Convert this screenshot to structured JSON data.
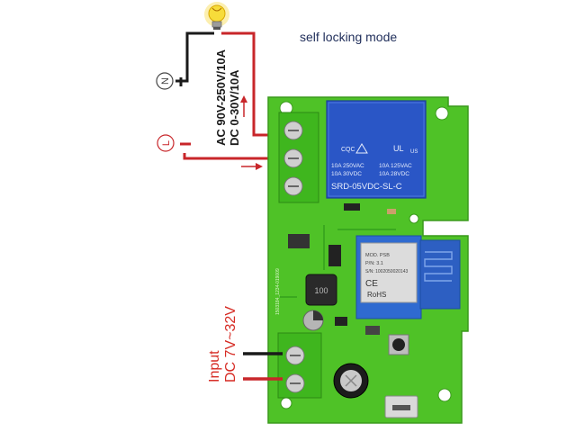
{
  "title": "self locking mode",
  "load_rating": {
    "ac": "AC 90V-250V/10A",
    "dc": "DC 0-30V/10A"
  },
  "input_label": {
    "line1": "Input",
    "line2": "DC 7V~32V"
  },
  "terminals": {
    "neutral": "N",
    "live": "L"
  },
  "relay": {
    "cert_mark": "CQC",
    "ul_mark": "UL",
    "us_mark": "US",
    "spec_left_1": "10A 250VAC",
    "spec_left_2": "10A 30VDC",
    "spec_right_1": "10A 125VAC",
    "spec_right_2": "10A 28VDC",
    "model": "SRD-05VDC-SL-C"
  },
  "wifi_module": {
    "line1": "MOD. PSB",
    "line2": "P/N: 3.1",
    "line3": "S/N: 1002050020143",
    "ce": "CE",
    "rohs": "RoHS"
  },
  "inductor_code": "100",
  "board_silkscreen": "1503184_1234-019009",
  "colors": {
    "pcb": "#4fc227",
    "pcb_dark": "#3a9a1c",
    "terminal_block": "#3fb61e",
    "relay": "#2a56c6",
    "live_wire": "#c8262a",
    "neutral_wire": "#1a1a1a",
    "arrow": "#c8262a",
    "bulb": "#f5d21c"
  }
}
